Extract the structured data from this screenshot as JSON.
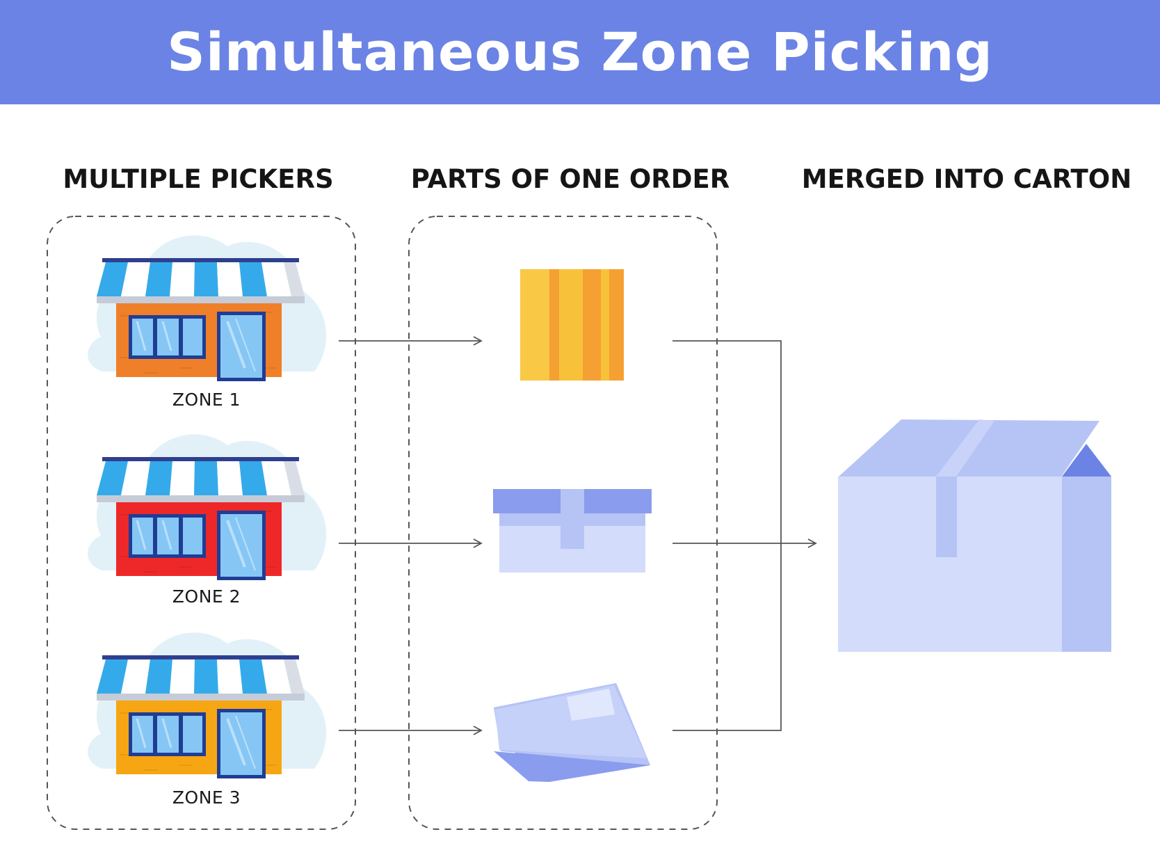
{
  "title": "Simultaneous Zone Picking",
  "columns": {
    "pickers": "MULTIPLE PICKERS",
    "parts": "PARTS OF ONE ORDER",
    "merged": "MERGED INTO CARTON"
  },
  "zones": [
    {
      "label": "ZONE 1",
      "wall_color": "#f07f2a"
    },
    {
      "label": "ZONE 2",
      "wall_color": "#ee2828"
    },
    {
      "label": "ZONE 3",
      "wall_color": "#f7a613"
    }
  ],
  "colors": {
    "header": "#6b83e4",
    "awning_blue": "#35aaea",
    "window_frame": "#1f3d95",
    "window_glass": "#86c6f5",
    "box_yellow": "#f7c13a",
    "box_orange_stripe": "#f5a033",
    "parcel_light": "#d3dcfb",
    "parcel_mid": "#b6c3f5",
    "parcel_dark": "#8a9cee",
    "arrow": "#555555"
  }
}
